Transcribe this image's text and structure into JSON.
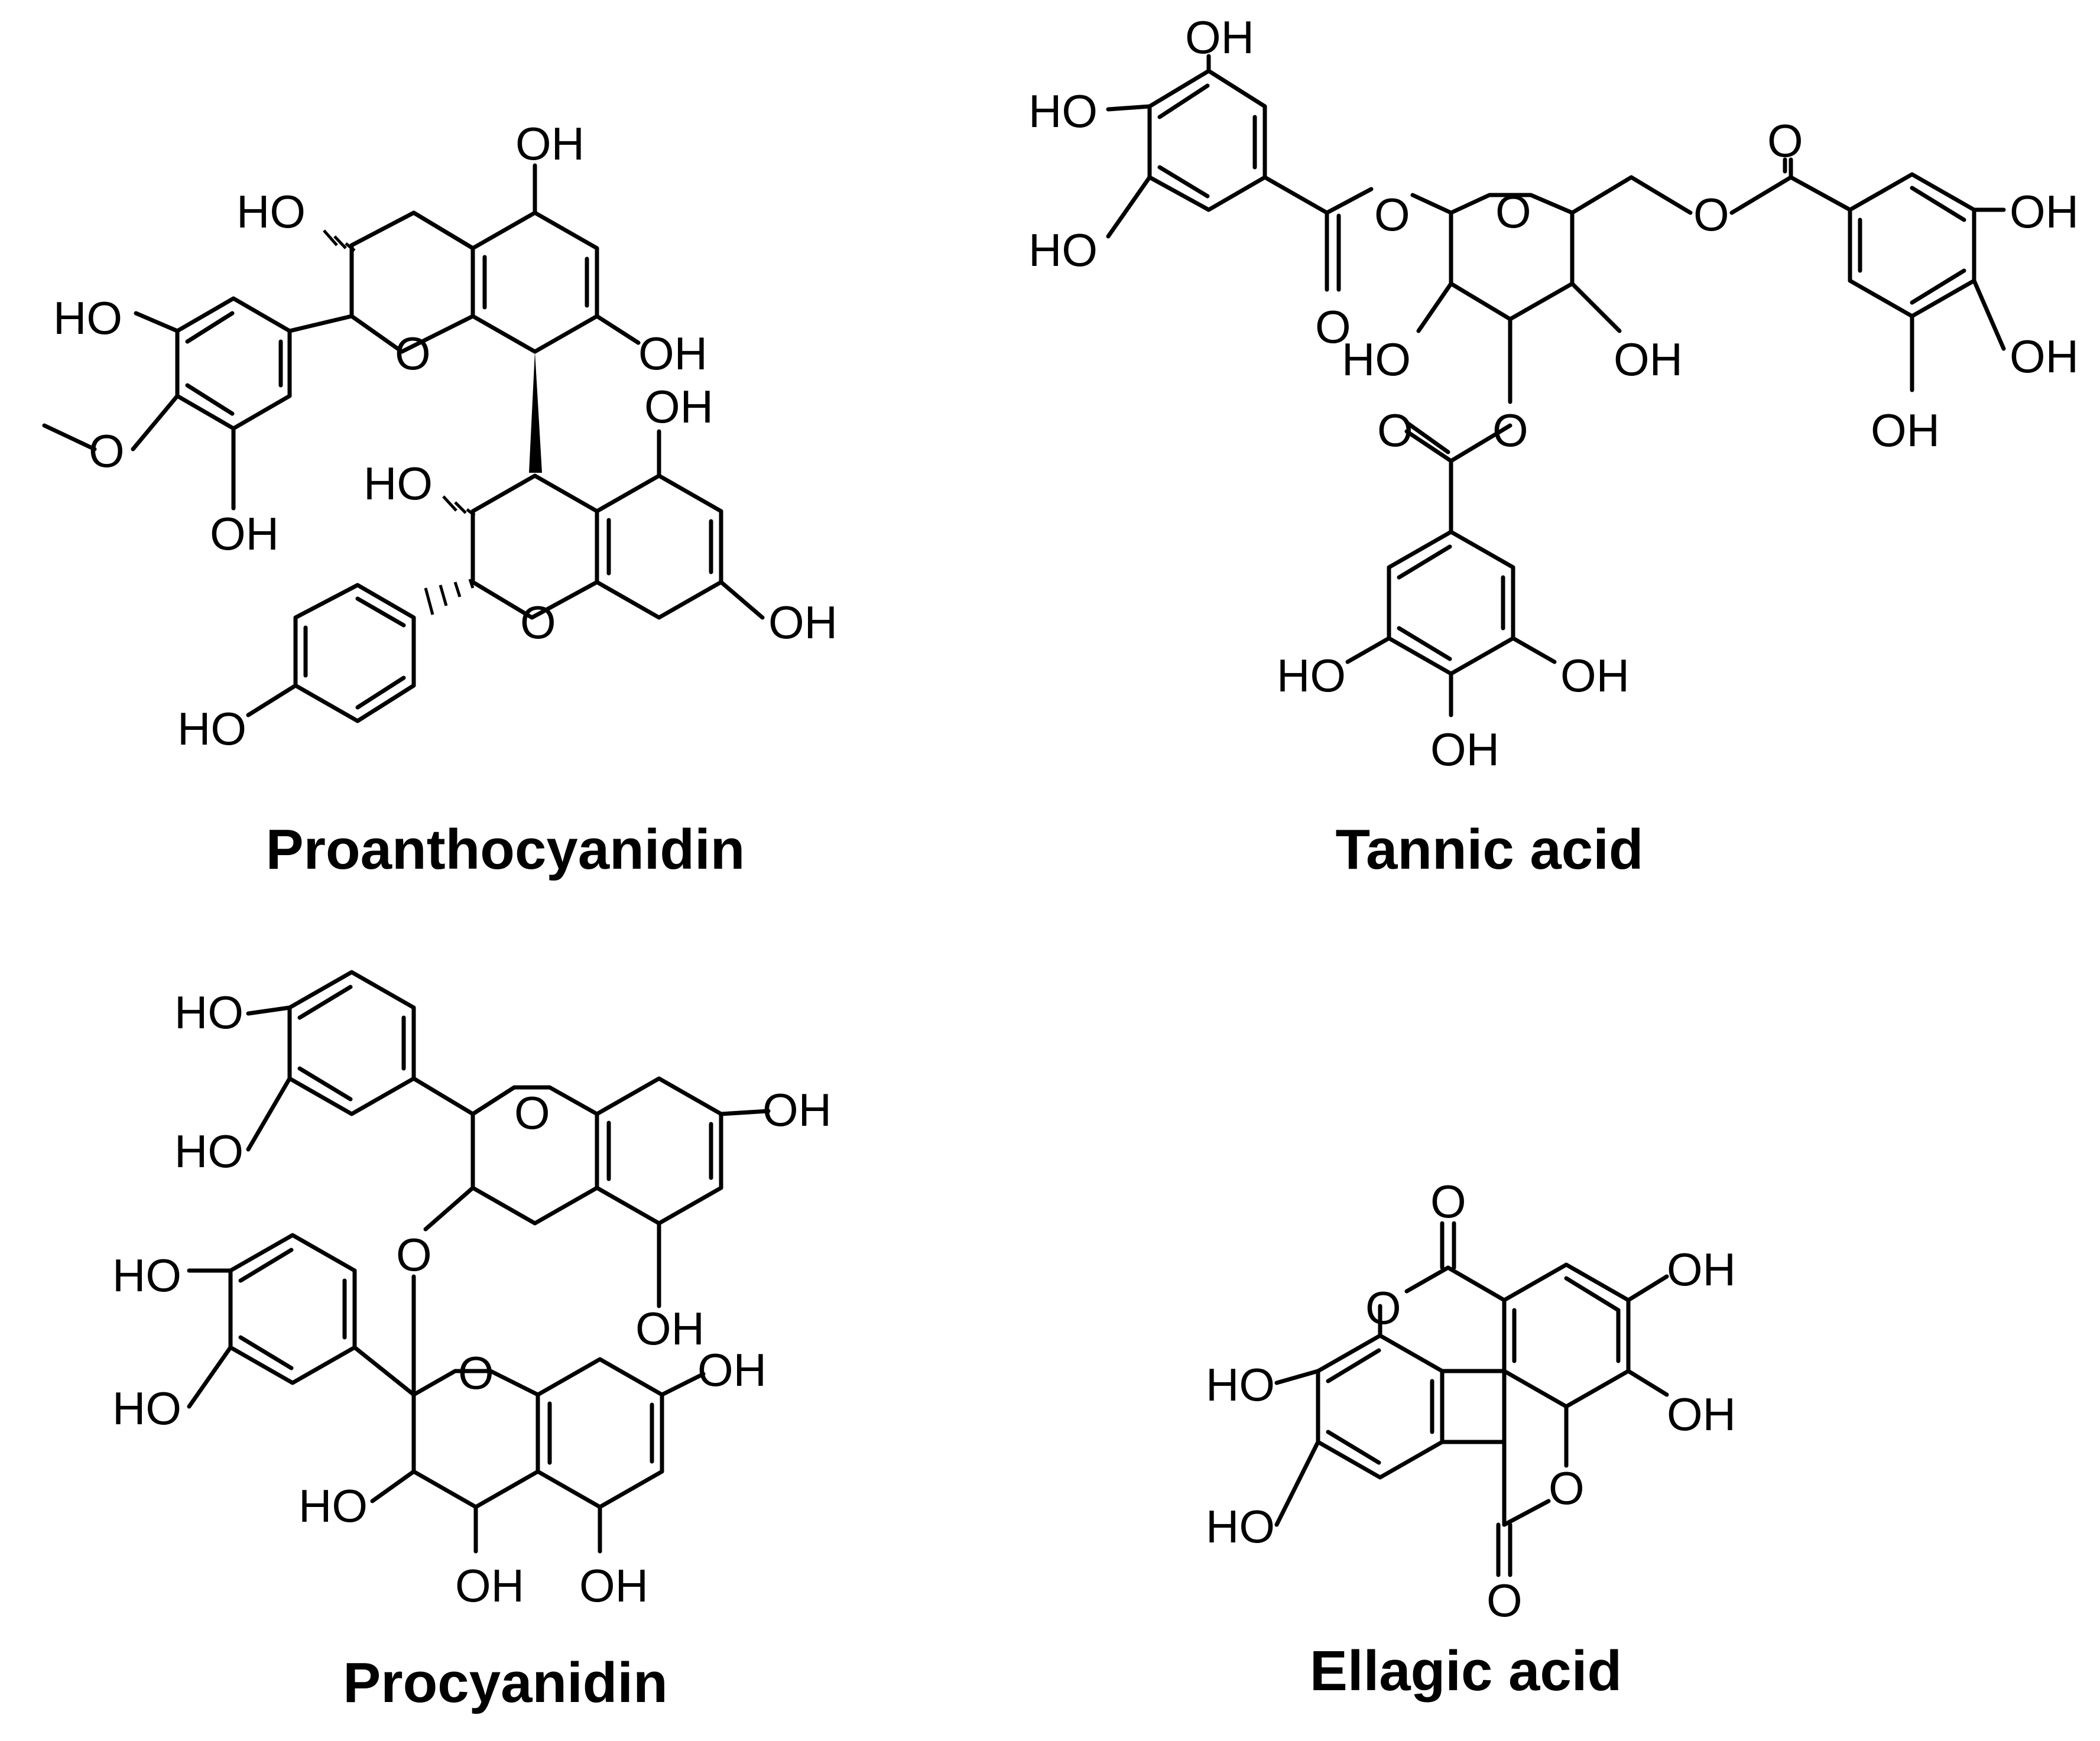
{
  "panels": [
    {
      "name": "Proanthocyanidin",
      "atom_labels": [
        "OH",
        "HO",
        "HO",
        "O",
        "OH",
        "O",
        "OH",
        "HO",
        "O",
        "OH",
        "OH",
        "HO"
      ]
    },
    {
      "name": "Tannic acid",
      "atom_labels": [
        "OH",
        "HO",
        "HO",
        "O",
        "O",
        "O",
        "HO",
        "OH",
        "O",
        "O",
        "OH",
        "OH",
        "OH",
        "O",
        "O",
        "HO",
        "OH",
        "OH"
      ]
    },
    {
      "name": "Procyanidin",
      "atom_labels": [
        "HO",
        "HO",
        "O",
        "OH",
        "O",
        "OH",
        "HO",
        "HO",
        "O",
        "OH",
        "HO",
        "OH",
        "OH"
      ]
    },
    {
      "name": "Ellagic acid",
      "atom_labels": [
        "O",
        "O",
        "OH",
        "HO",
        "OH",
        "HO",
        "O",
        "O"
      ]
    }
  ]
}
